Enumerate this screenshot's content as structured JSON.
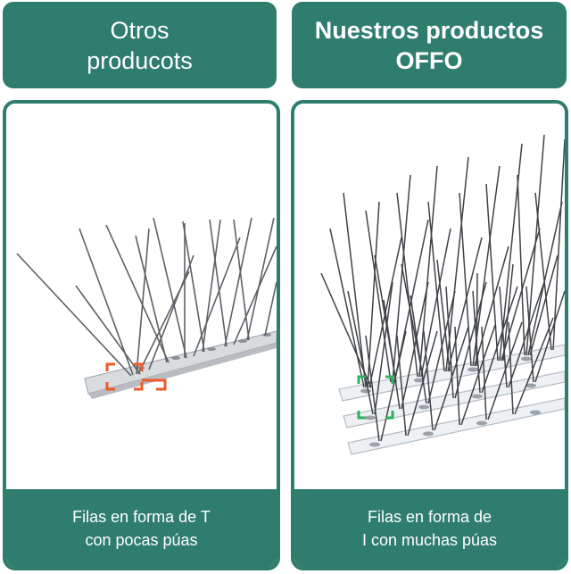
{
  "left": {
    "title_line1": "Otros",
    "title_line2": "producots",
    "caption_line1": "Filas en forma de T",
    "caption_line2": "con pocas púas",
    "photo_icon": "single-row-spikes-icon",
    "highlight_color": "#ee5a2a"
  },
  "right": {
    "title_line1": "Nuestros productos",
    "title_line2": "OFFO",
    "caption_line1": "Filas en forma de",
    "caption_line2": "I con muchas púas",
    "photo_icon": "multi-row-spikes-icon",
    "highlight_color": "#2fb25a"
  },
  "colors": {
    "brand_green": "#2e7d6e",
    "text_light": "#ffffff"
  }
}
